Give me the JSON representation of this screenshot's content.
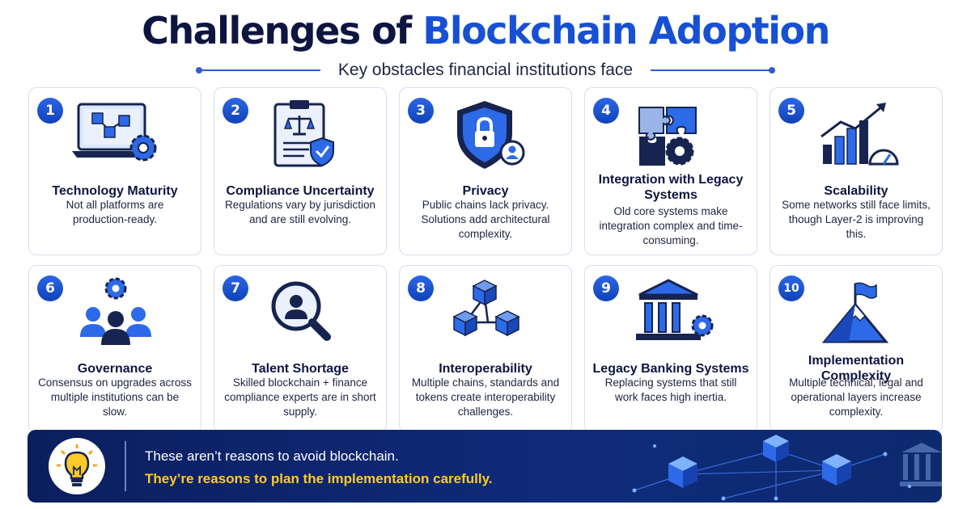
{
  "header": {
    "title_main": "Challenges of ",
    "title_accent": "Blockchain Adoption",
    "subtitle": "Key obstacles financial institutions face"
  },
  "cards": [
    {
      "number": "1",
      "title": "Technology Maturity",
      "description": "Not all platforms are production-ready.",
      "icon": "laptop-blockchain-gear-icon"
    },
    {
      "number": "2",
      "title": "Compliance Uncertainty",
      "description": "Regulations vary by jurisdiction and are still evolving.",
      "icon": "clipboard-scales-shield-icon"
    },
    {
      "number": "3",
      "title": "Privacy",
      "description": "Public chains lack privacy. Solutions add architectural complexity.",
      "icon": "shield-lock-user-icon"
    },
    {
      "number": "4",
      "title": "Integration with Legacy Systems",
      "description": "Old core systems make integration complex and time-consuming.",
      "icon": "puzzle-gear-icon"
    },
    {
      "number": "5",
      "title": "Scalability",
      "description": "Some networks still face limits, though Layer-2 is improving this.",
      "icon": "growth-chart-gauge-icon"
    },
    {
      "number": "6",
      "title": "Governance",
      "description": "Consensus on upgrades across multiple institutions can be slow.",
      "icon": "people-gear-icon"
    },
    {
      "number": "7",
      "title": "Talent Shortage",
      "description": "Skilled blockchain + finance compliance experts are in short supply.",
      "icon": "magnifier-person-icon"
    },
    {
      "number": "8",
      "title": "Interoperability",
      "description": "Multiple chains, standards and tokens create interoperability challenges.",
      "icon": "connected-cubes-icon"
    },
    {
      "number": "9",
      "title": "Legacy Banking Systems",
      "description": "Replacing systems that still work faces high inertia.",
      "icon": "bank-gear-icon"
    },
    {
      "number": "10",
      "title": "Implementation Complexity",
      "description": "Multiple technical, legal and operational layers increase complexity.",
      "icon": "mountain-flag-icon"
    }
  ],
  "banner": {
    "line1": "These aren’t reasons to avoid blockchain.",
    "line2": "They’re reasons to plan the implementation carefully.",
    "icon": "lightbulb-icon"
  },
  "colors": {
    "navy": "#0d1540",
    "accent": "#1750d4",
    "badge": "#1a55d6",
    "banner_bg": "#0f2b7a",
    "highlight": "#ffcc1f"
  }
}
